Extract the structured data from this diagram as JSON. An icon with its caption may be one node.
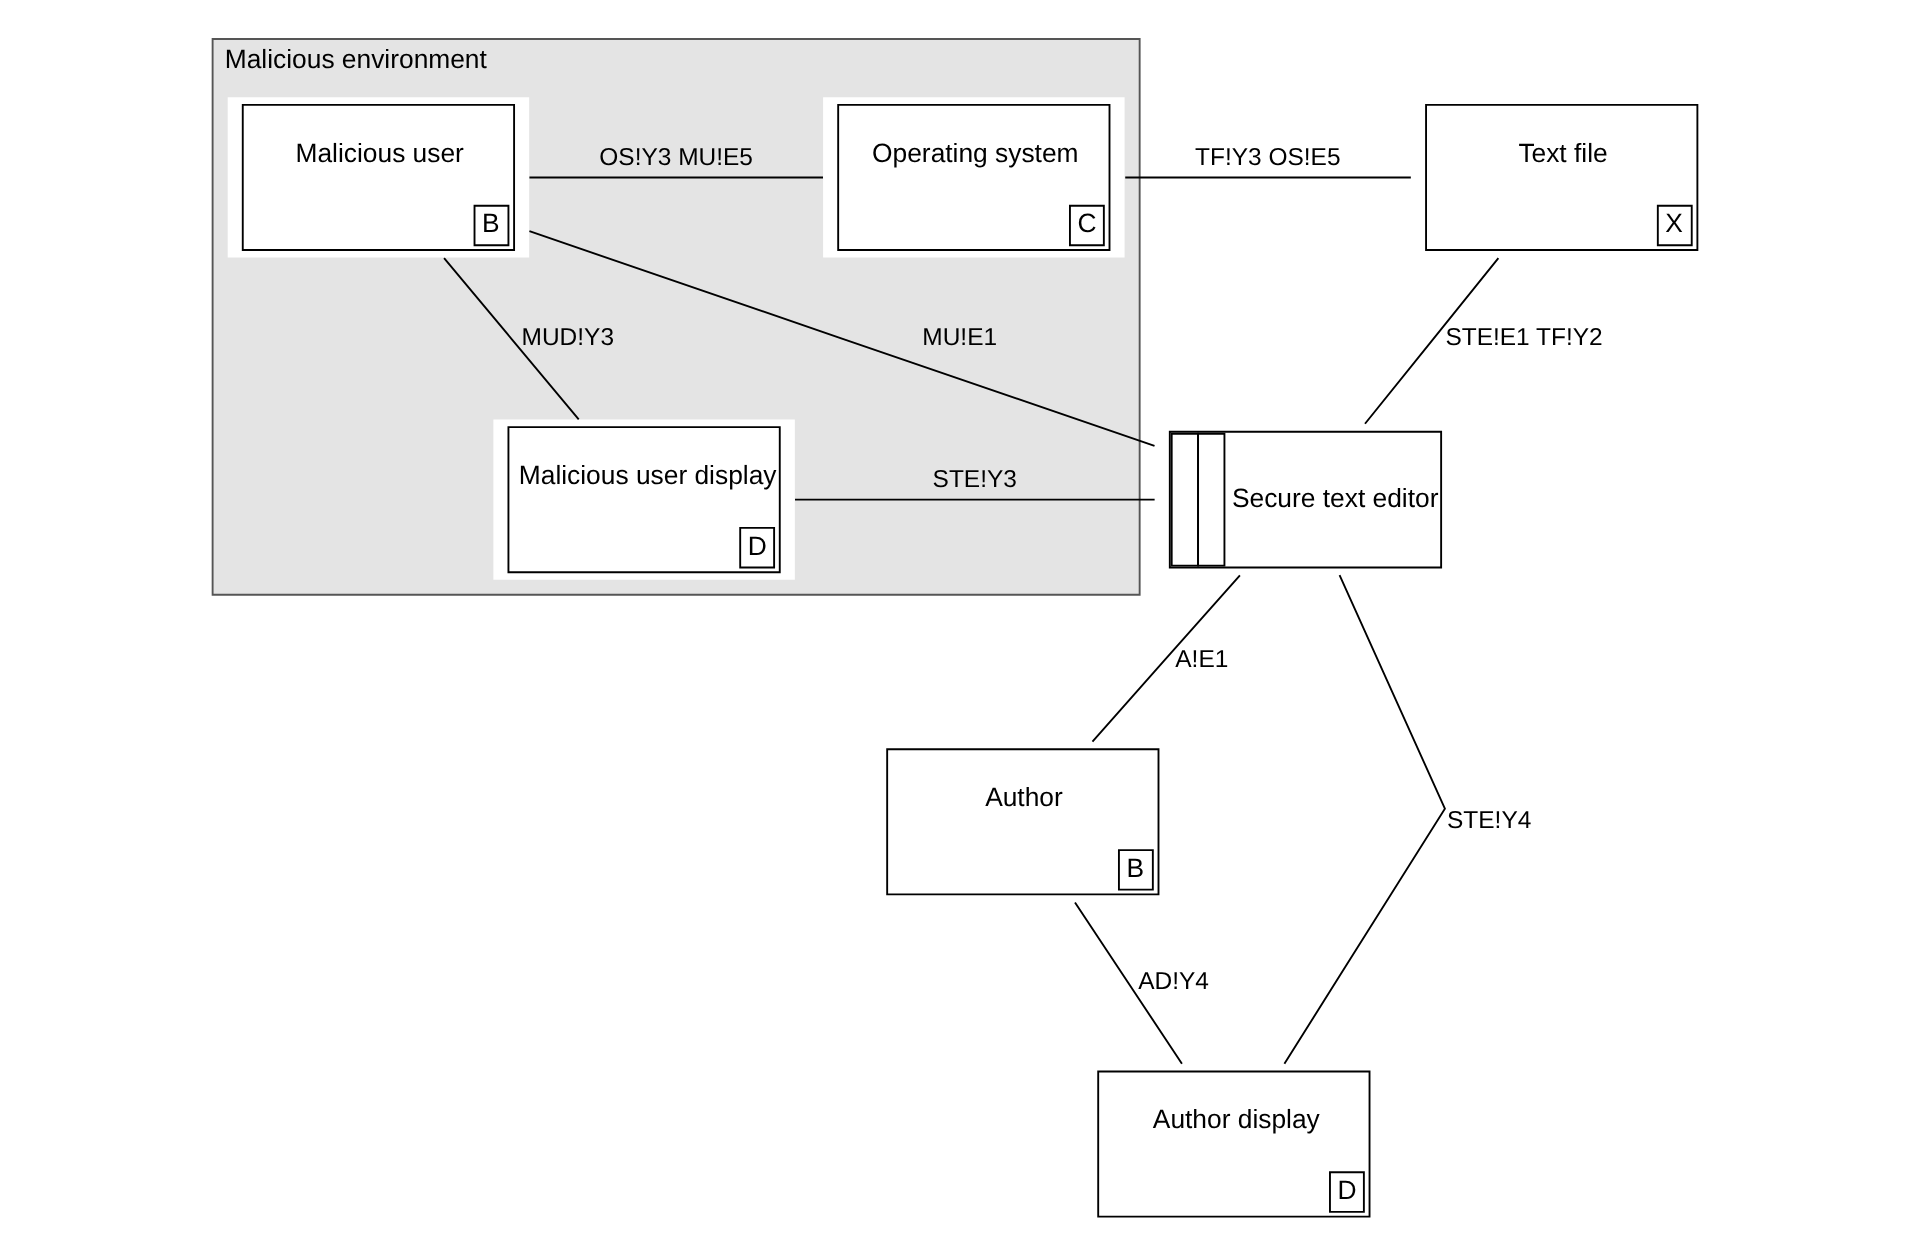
{
  "diagram": {
    "nodes": [
      {
        "text": [
          "Malicious environment"
        ]
      },
      {
        "text": [
          "Malicious user",
          "B"
        ],
        "in": 0
      },
      {
        "text": [
          "Operating system",
          "C"
        ],
        "in": 0
      },
      {
        "text": [
          "Text file",
          "X"
        ]
      },
      {
        "text": [
          "Secure text editor"
        ]
      },
      {
        "text": [
          "Author",
          "B"
        ]
      },
      {
        "text": [
          "Malicious user display",
          "D"
        ],
        "in": 0
      },
      {
        "text": [
          "Author display",
          "D"
        ]
      }
    ],
    "edges": [
      {
        "from": 1,
        "to": 2,
        "arrow": "none",
        "label": "OS!Y3 MU!E5"
      },
      {
        "from": 2,
        "to": 3,
        "arrow": "none",
        "label": "TF!Y3 OS!E5"
      },
      {
        "from": 3,
        "to": 4,
        "arrow": "none",
        "label": "STE!E1 TF!Y2"
      },
      {
        "from": 1,
        "to": 4,
        "arrow": "none",
        "label": "MU!E1"
      },
      {
        "from": 1,
        "to": 6,
        "arrow": "none",
        "label": "MUD!Y3"
      },
      {
        "from": 4,
        "to": 6,
        "arrow": "none",
        "label": "STE!Y3"
      },
      {
        "from": 4,
        "to": 5,
        "arrow": "none",
        "label": "A!E1"
      },
      {
        "from": 4,
        "to": 7,
        "arrow": "none",
        "label": "STE!Y4"
      },
      {
        "from": 5,
        "to": 7,
        "arrow": "none",
        "label": "AD!Y4"
      }
    ]
  }
}
